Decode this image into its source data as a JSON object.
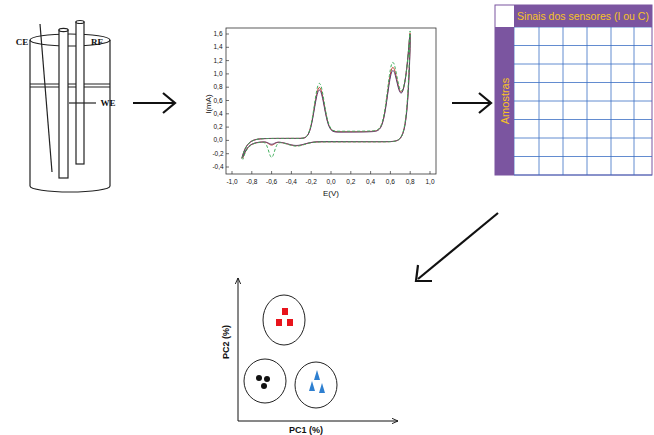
{
  "diagram": {
    "nodes": [
      {
        "text": [
          "Sinais dos sensores (I ou C)"
        ]
      },
      {
        "text": [
          "Amostras"
        ]
      }
    ],
    "labels": [
      "CE",
      "RF",
      "WE",
      "I(mA)",
      "E(V)",
      "1,6",
      "1,4",
      "1,2",
      "1,0",
      "0,8",
      "0,6",
      "0,4",
      "0,2",
      "0,0",
      "-0,2",
      "-0,4",
      "-1,0",
      "-0,8",
      "-0,6",
      "-0,4",
      "-0,2",
      "0,0",
      "0,2",
      "0,4",
      "0,6",
      "0,8",
      "1,0",
      "PC2 (%)",
      "PC1 (%)"
    ]
  }
}
